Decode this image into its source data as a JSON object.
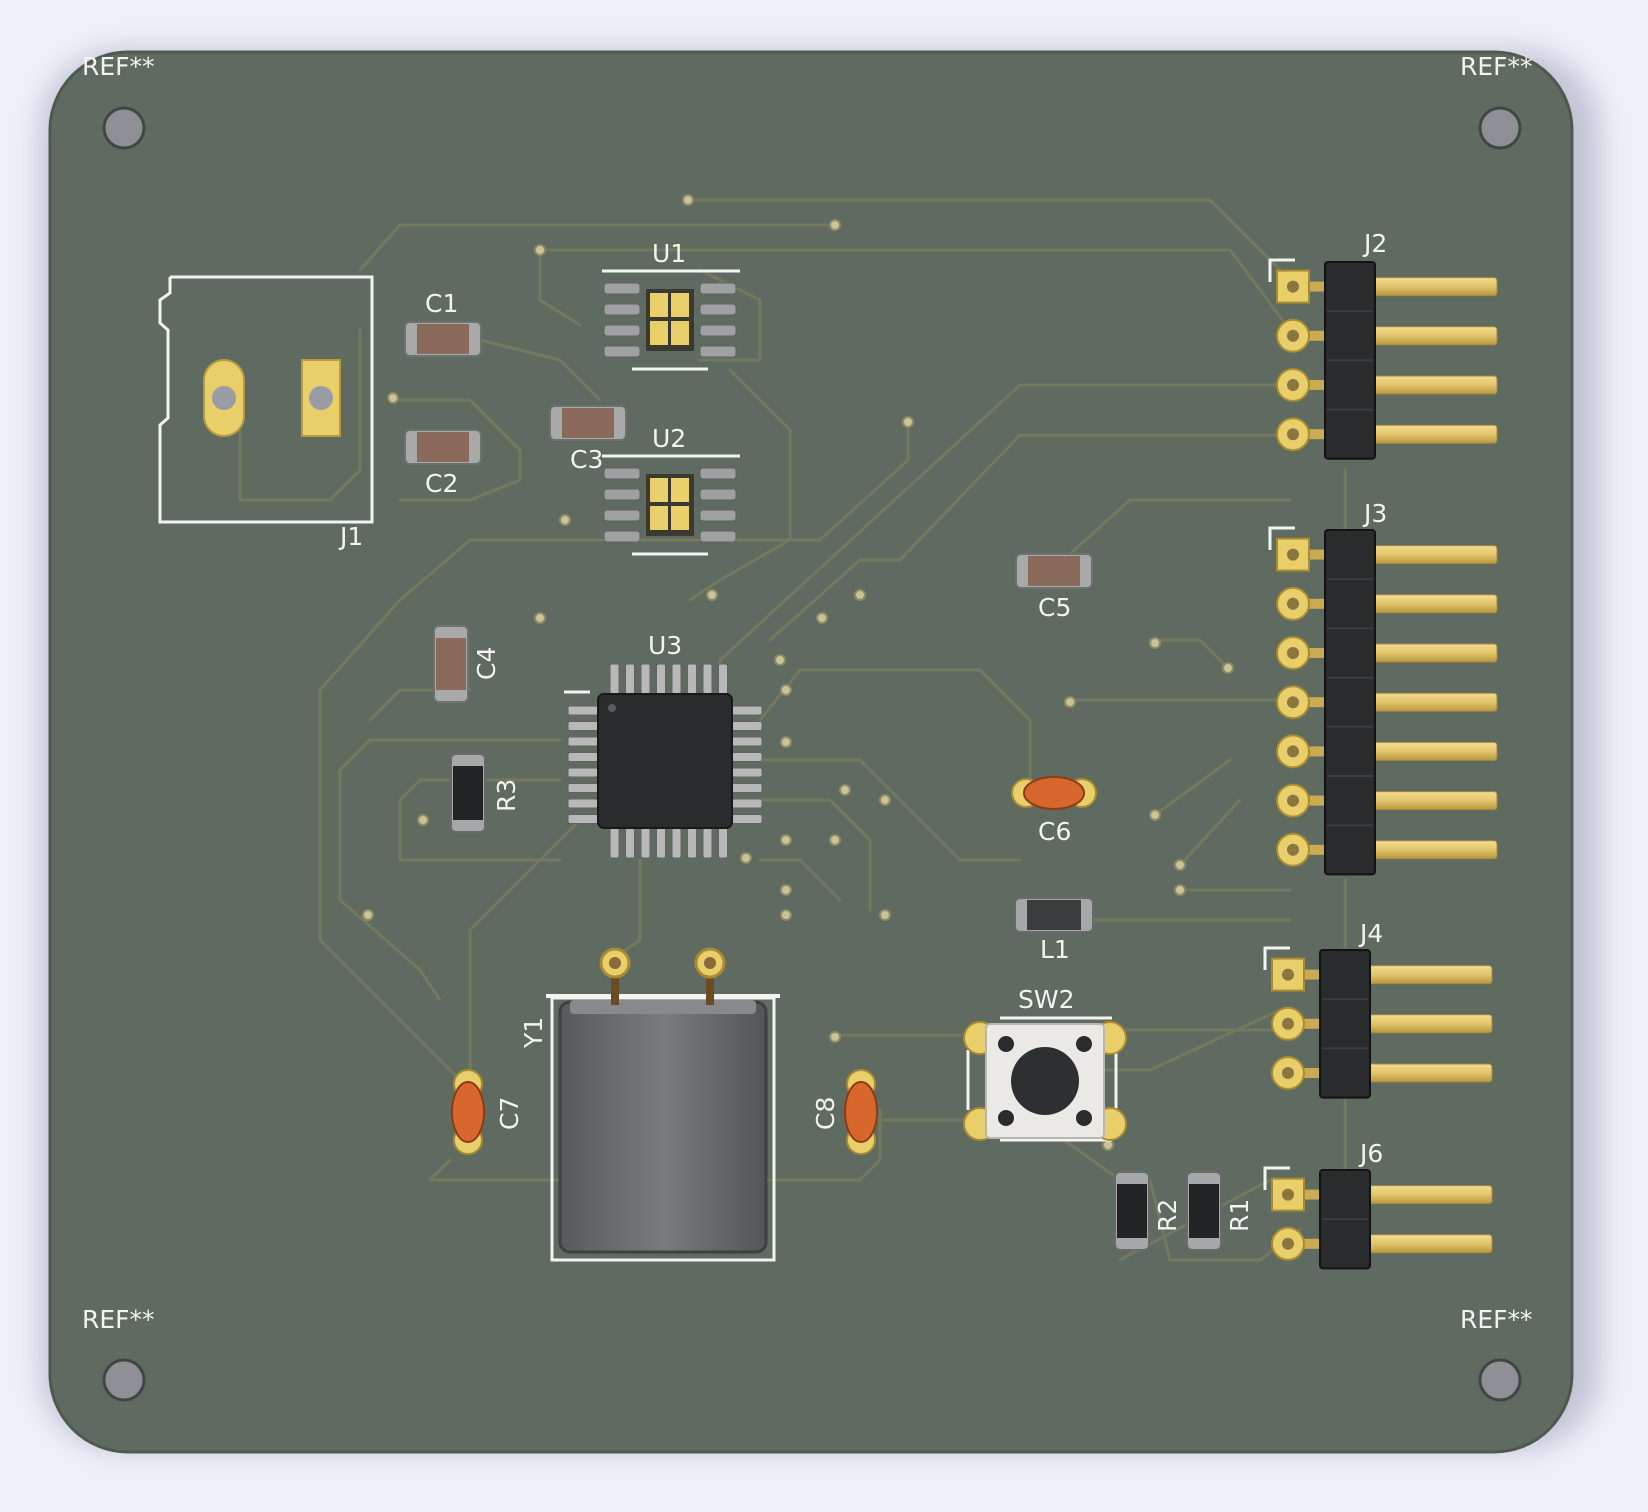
{
  "board": {
    "colors": {
      "background": "#eef0fa",
      "substrate": "#5f6a60",
      "silkscreen": "#f2f4ef",
      "pad_gold": "#e8cf6a",
      "trace": "#7a7f62",
      "ceramic": "#8a6a5a",
      "orange_cap": "#d8672e",
      "ic_body": "#2a2b2d",
      "crystal": "#6e6f71"
    },
    "mounting_labels": [
      "REF**",
      "REF**",
      "REF**",
      "REF**"
    ],
    "components": {
      "J1": "J1",
      "J2": "J2",
      "J3": "J3",
      "J4": "J4",
      "J6": "J6",
      "C1": "C1",
      "C2": "C2",
      "C3": "C3",
      "C4": "C4",
      "C5": "C5",
      "C6": "C6",
      "C7": "C7",
      "C8": "C8",
      "U1": "U1",
      "U2": "U2",
      "U3": "U3",
      "R1": "R1",
      "R2": "R2",
      "R3": "R3",
      "L1": "L1",
      "SW2": "SW2",
      "Y1": "Y1"
    }
  }
}
